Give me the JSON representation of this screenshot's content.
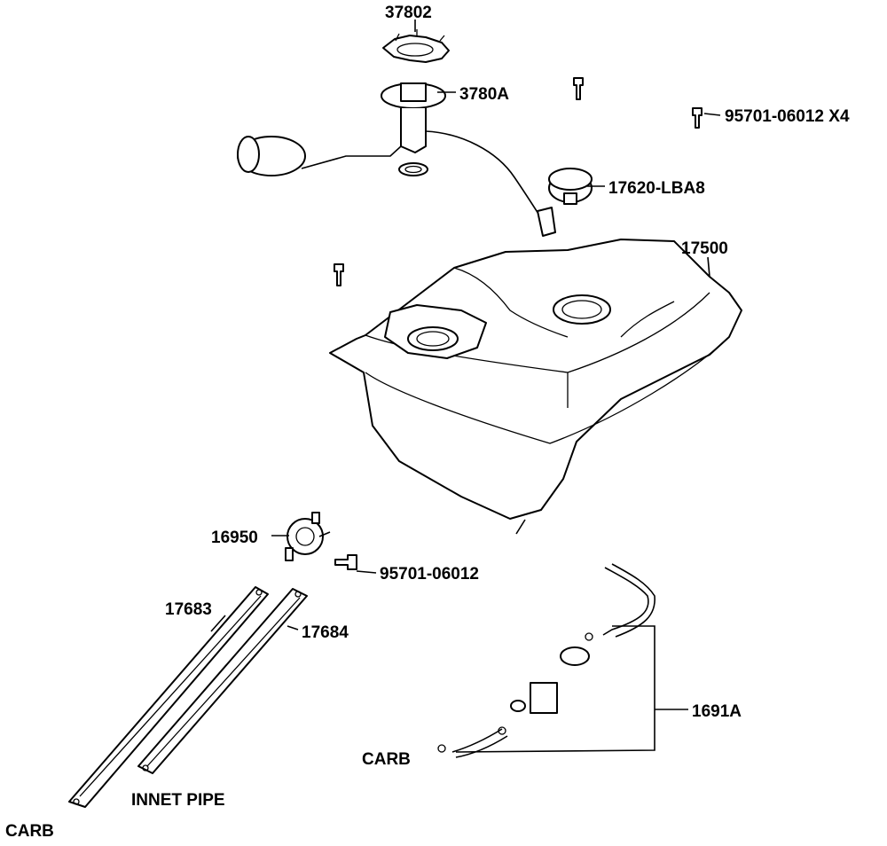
{
  "labels": {
    "p37802": "37802",
    "p3780A": "3780A",
    "p95701_x4": "95701-06012 X4",
    "p17620": "17620-LBA8",
    "p17500": "17500",
    "p16950": "16950",
    "p95701": "95701-06012",
    "p17683": "17683",
    "p17684": "17684",
    "p1691A": "1691A",
    "carb_right": "CARB",
    "innet_pipe": "INNET PIPE",
    "carb_left": "CARB"
  }
}
